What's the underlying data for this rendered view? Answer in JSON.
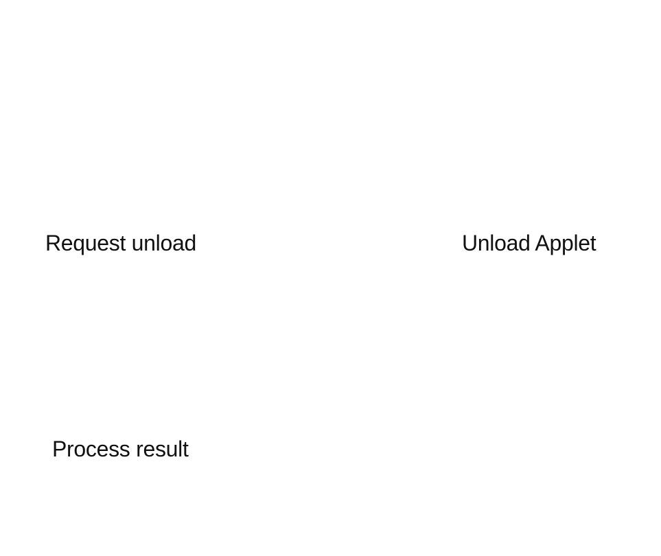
{
  "diagram": {
    "text_color": "#111111",
    "background_color": "#ffffff",
    "nodes": [
      {
        "label": "Request unload"
      },
      {
        "label": "Unload Applet"
      },
      {
        "label": "Process result"
      }
    ]
  }
}
